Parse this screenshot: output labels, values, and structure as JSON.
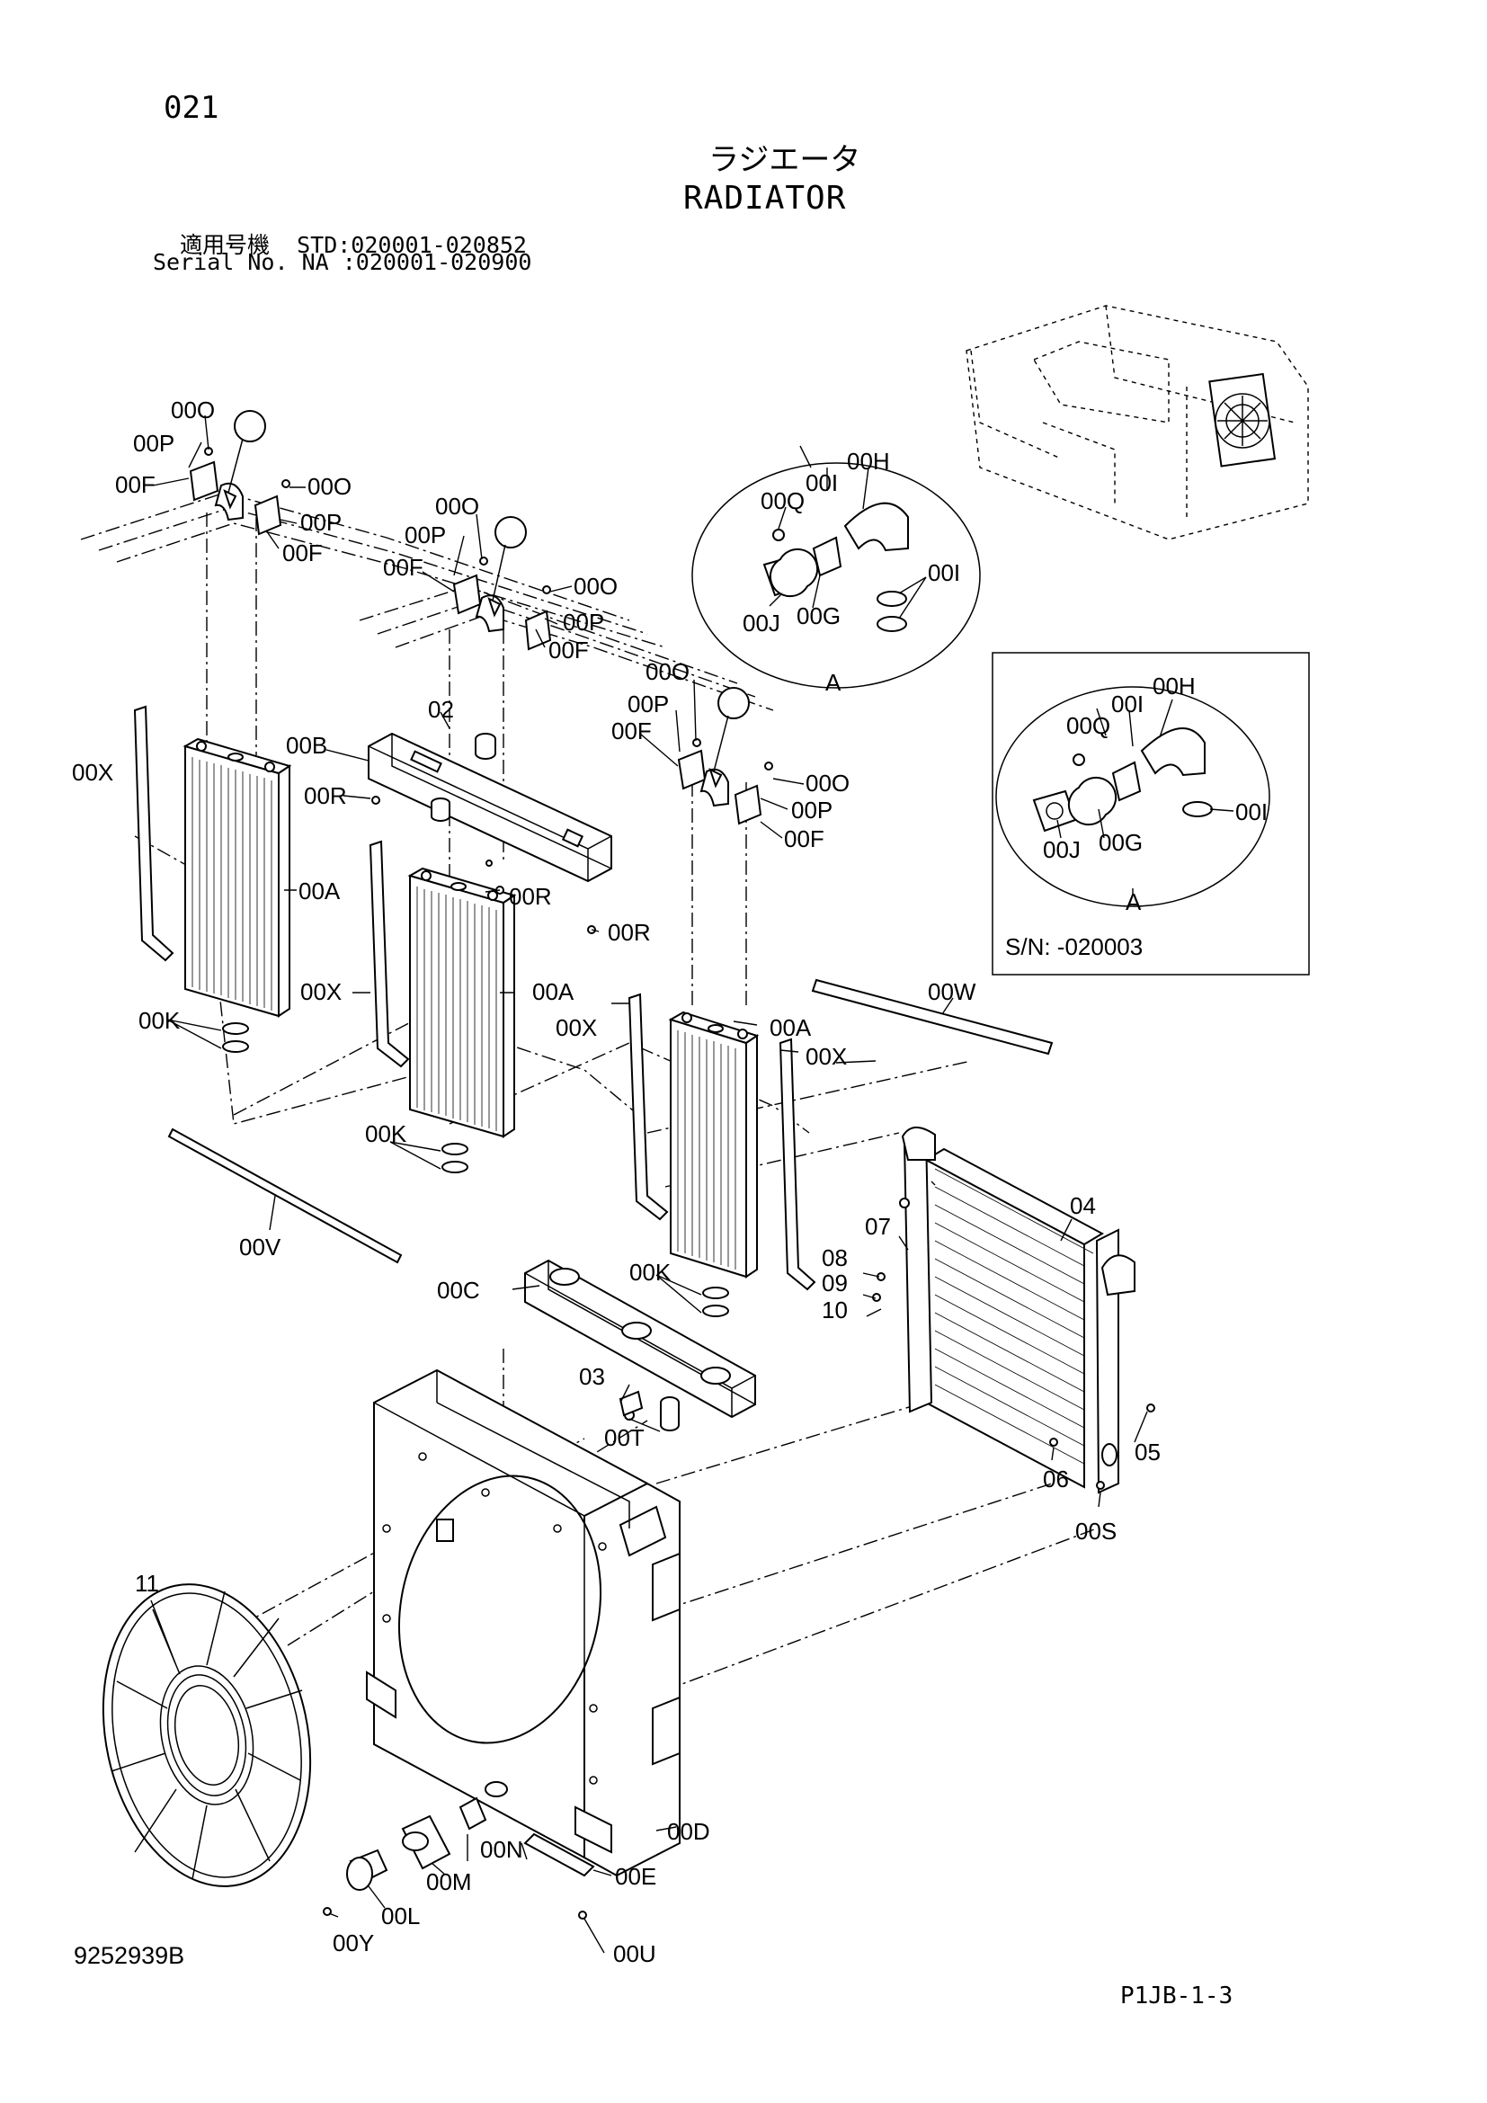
{
  "header": {
    "page_number": "021",
    "title_jp": "ラジエータ",
    "title_en": "RADIATOR",
    "serial_line_1": "適用号機  STD:020001-020852",
    "serial_line_2": "Serial No. NA :020001-020900"
  },
  "footer": {
    "drawing_number": "9252939B",
    "page_code": "P1JB-1-3"
  },
  "detail": {
    "callout_letter": "A",
    "inset_serial": "S/N: -020003"
  },
  "labels": {
    "p00O": "00O",
    "p00P": "00P",
    "p00F": "00F",
    "p00H": "00H",
    "p00I": "00I",
    "p00Q": "00Q",
    "p00J": "00J",
    "p00G": "00G",
    "p02": "02",
    "p00B": "00B",
    "p00R": "00R",
    "p00X": "00X",
    "p00A": "00A",
    "p00K": "00K",
    "p00W": "00W",
    "p00V": "00V",
    "p00C": "00C",
    "p04": "04",
    "p07": "07",
    "p08": "08",
    "p09": "09",
    "p10": "10",
    "p03": "03",
    "p00T": "00T",
    "p05": "05",
    "p06": "06",
    "p00S": "00S",
    "p11": "11",
    "p00D": "00D",
    "p00N": "00N",
    "p00M": "00M",
    "p00E": "00E",
    "p00L": "00L",
    "p00Y": "00Y",
    "p00U": "00U"
  }
}
